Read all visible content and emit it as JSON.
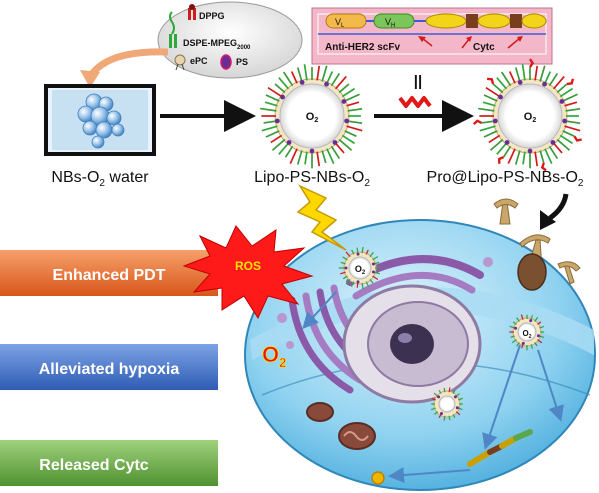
{
  "legend": {
    "dppg": "DPPG",
    "dspe_main": "DSPE-MPEG",
    "dspe_sub": "2000",
    "epc": "ePC",
    "ps": "PS"
  },
  "protein": {
    "vl": "V",
    "vl_sub": "L",
    "vh": "V",
    "vh_sub": "H",
    "scfv_label": "Anti-HER2 scFv",
    "cytc_label": "Cytc"
  },
  "equals_sign": "||",
  "o2_label": "O",
  "o2_sub": "2",
  "labels": {
    "nbs_main": "NBs-O",
    "nbs_sub": "2",
    "nbs_tail": " water",
    "lipo_main": "Lipo-PS-NBs-O",
    "lipo_sub": "2",
    "pro_main": "Pro@Lipo-PS-NBs-O",
    "pro_sub": "2"
  },
  "ros_label": "ROS",
  "outcomes": [
    {
      "label": "Enhanced PDT",
      "color": "#e8722c"
    },
    {
      "label": "Alleviated hypoxia",
      "color": "#3a6cc4"
    },
    {
      "label": "Released Cytc",
      "color": "#62a53d"
    }
  ],
  "colors": {
    "cell": "#5bbfe8",
    "golgi": "#9b6bb5",
    "nucleus": "#6e5a8a",
    "ros_star": "#ff1a1a",
    "arrow": "#111111"
  }
}
